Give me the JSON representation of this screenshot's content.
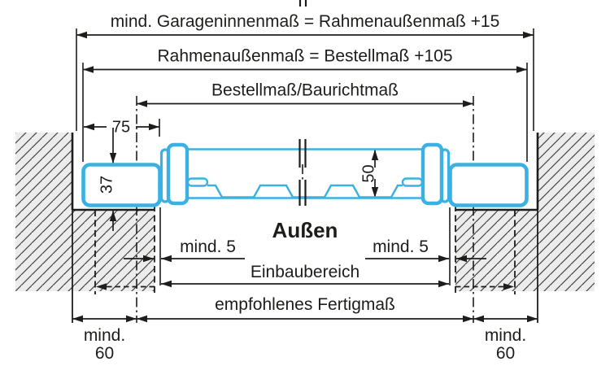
{
  "diagram": {
    "title_dims": {
      "garage_inner": "mind. Garageninnenmaß = Rahmenaußenmaß +15",
      "frame_outer": "Rahmenaußenmaß = Bestellmaß +105",
      "order_size": "Bestellmaß/Baurichtmaß"
    },
    "measurements": {
      "frame_width": "75",
      "frame_depth": "37",
      "panel_thickness": "50",
      "min_gap_left": "mind. 5",
      "min_gap_right": "mind. 5",
      "min_overlap_left_line1": "mind.",
      "min_overlap_left_line2": "60",
      "min_overlap_right_line1": "mind.",
      "min_overlap_right_line2": "60"
    },
    "zone_labels": {
      "outside": "Außen",
      "install_zone": "Einbaubereich",
      "finished_size": "empfohlenes Fertigmaß"
    },
    "colors": {
      "profile_blue": "#3ab1e2",
      "line_black": "#1d1d1b",
      "wall_fill": "#ececec"
    }
  }
}
